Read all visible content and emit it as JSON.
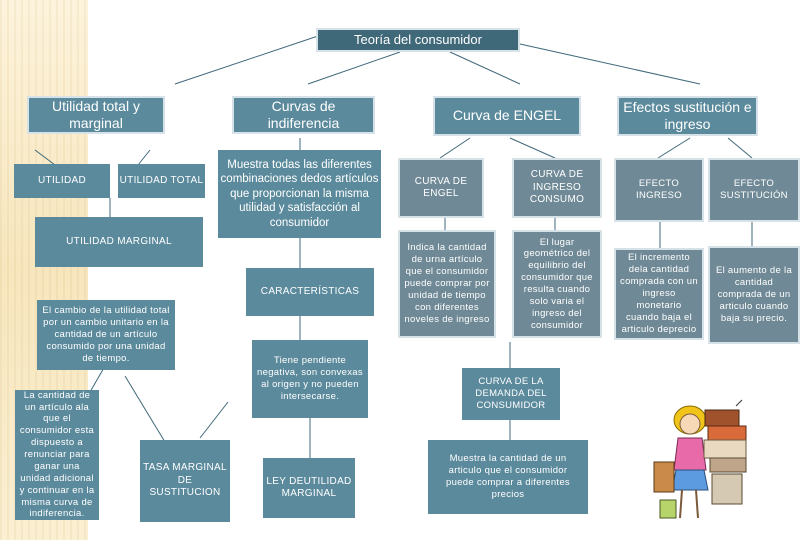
{
  "root": "Teoría del consumidor",
  "headers": {
    "utilidad": "Utilidad total y marginal",
    "curvas": "Curvas de indiferencia",
    "engel": "Curva de ENGEL",
    "efectos": "Efectos sustitución e ingreso"
  },
  "utilidad": {
    "utilidad": "UTILIDAD",
    "total": "UTILIDAD TOTAL",
    "marginal": "UTILIDAD MARGINAL",
    "marginal_def": "El cambio de la utilidad total por un cambio unitario en la cantidad de un artículo consumido por una unidad de tiempo.",
    "cantidad_def": "La cantidad de un artículo ala que el consumidor esta dispuesto a renunciar para ganar una unidad adicional y continuar en la misma curva de indiferencia."
  },
  "curvas": {
    "def": "Muestra todas las diferentes combinaciones dedos artículos que proporcionan la misma utilidad y satisfacción al consumidor",
    "caracteristicas": "CARACTERÍSTICAS",
    "pendiente": "Tiene pendiente negativa, son convexas al origen y no pueden intersecarse.",
    "tasa": "TASA MARGINAL DE SUSTITUCION",
    "ley": "LEY DEUTILIDAD MARGINAL"
  },
  "engel": {
    "curva": "CURVA DE ENGEL",
    "curva_def": "Indica la cantidad de urna artículo que el consumidor puede comprar por unidad de tiempo con diferentes noveles de ingreso",
    "ingreso_consumo": "CURVA DE INGRESO CONSUMO",
    "ingreso_consumo_def": "El lugar geométrico del equilibrio del consumidor que resulta cuando solo varia el ingreso del consumidor",
    "demanda": "CURVA DE LA DEMANDA DEL CONSUMIDOR",
    "demanda_def": "Muestra la cantidad de un articulo que el consumidor puede comprar a diferentes precios"
  },
  "efectos": {
    "ingreso": "EFECTO INGRESO",
    "sustitucion": "EFECTO SUSTITUCIÓN",
    "ingreso_def": "El incremento dela cantidad comprada con un ingreso monetario cuando baja el articulo deprecio",
    "sustitucion_def": "El aumento de la cantidad comprada de un articulo cuando baja su precio."
  }
}
